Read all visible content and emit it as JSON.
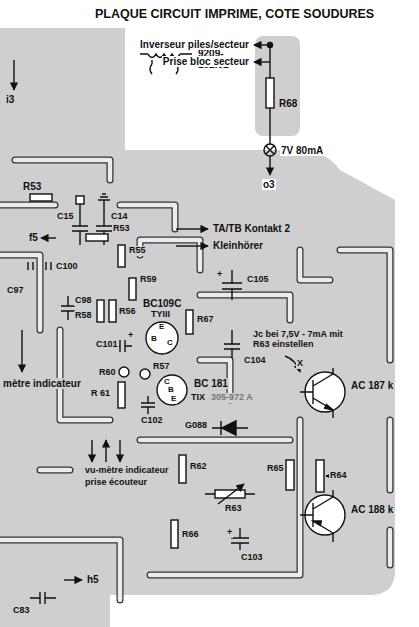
{
  "diagram": {
    "title": "PLAQUE CIRCUIT IMPRIME, COTE SOUDURES",
    "labels": [
      "9209- 102.01",
      "i3",
      "Inverseur piles/secteur",
      "Prise bloc secteur",
      "R68",
      "7V 80mA",
      "o3",
      "R53",
      "C15",
      "C14",
      "f5",
      "R53",
      "C100",
      "R55",
      "TA/TB Kontakt 2",
      "Kleinhörer",
      "C97",
      "C98",
      "R59",
      "C105",
      "BC109C",
      "TYIII",
      "E",
      "B",
      "C",
      "R58",
      "R56",
      "R67",
      "Jc bei 7,5V - 7mA mit R63 einstellen",
      "C104",
      "C101",
      "+",
      "R60",
      "R57",
      "mètre indicateur",
      "R 61",
      "BC 181",
      "TIX",
      "305-972 A",
      "AC 187 k",
      "C102",
      "G088",
      "C",
      "B",
      "E",
      "X",
      "vu-mètre indicateur",
      "prise écouteur",
      "R62",
      "R63",
      "R65",
      "R64",
      "R66",
      "C103",
      "+",
      "AC 188 k",
      "C83",
      "h5",
      "+"
    ]
  }
}
